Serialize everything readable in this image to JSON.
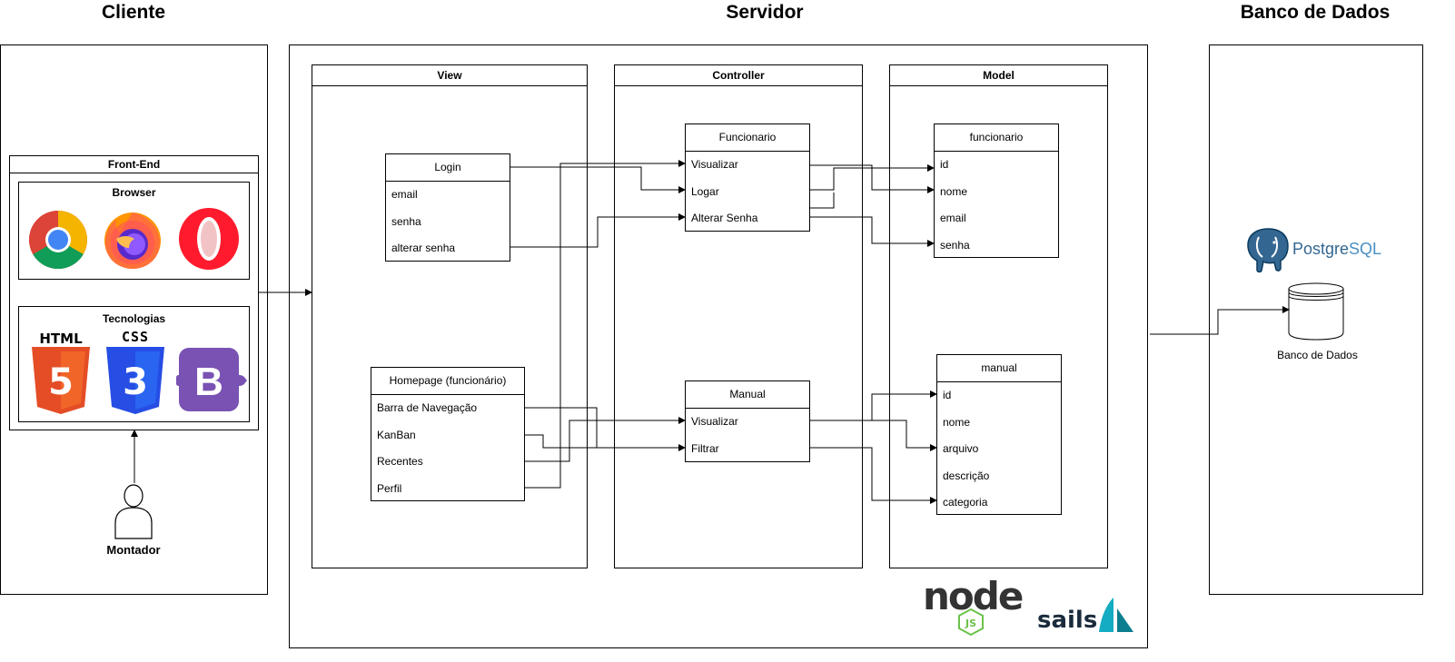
{
  "titles": {
    "client": "Cliente",
    "server": "Servidor",
    "database": "Banco de Dados"
  },
  "client": {
    "frontend_title": "Front-End",
    "browser_title": "Browser",
    "browsers": [
      "chrome-icon",
      "firefox-icon",
      "opera-icon"
    ],
    "technologies_title": "Tecnologias",
    "technologies": {
      "html_label": "HTML",
      "html_digit": "5",
      "css_label": "CSS",
      "css_digit": "3",
      "bootstrap_letter": "B"
    },
    "actor": "Montador"
  },
  "server": {
    "layers": {
      "view": "View",
      "controller": "Controller",
      "model": "Model"
    },
    "login": {
      "title": "Login",
      "rows": [
        "email",
        "senha",
        "alterar senha"
      ]
    },
    "homepage": {
      "title": "Homepage (funcionário)",
      "rows": [
        "Barra de Navegação",
        "KanBan",
        "Recentes",
        "Perfil"
      ]
    },
    "funcionario_ctrl": {
      "title": "Funcionario",
      "rows": [
        "Visualizar",
        "Logar",
        "Alterar Senha"
      ]
    },
    "manual_ctrl": {
      "title": "Manual",
      "rows": [
        "Visualizar",
        "Filtrar"
      ]
    },
    "funcionario_model": {
      "title": "funcionario",
      "rows": [
        "id",
        "nome",
        "email",
        "senha"
      ]
    },
    "manual_model": {
      "title": "manual",
      "rows": [
        "id",
        "nome",
        "arquivo",
        "descrição",
        "categoria"
      ]
    },
    "logos": {
      "node": "node",
      "node_badge": "JS",
      "sails": "sails"
    }
  },
  "database": {
    "postgres_prefix": "Postgre",
    "postgres_suffix": "SQL",
    "db_label": "Banco de Dados"
  },
  "colors": {
    "stroke": "#000000",
    "html5": "#e44d26",
    "css3": "#264de4",
    "bootstrap": "#7952b3",
    "node_gray": "#333333",
    "node_green": "#6cc24a",
    "sails_blue": "#14acc2",
    "postgres_blue": "#336791"
  }
}
